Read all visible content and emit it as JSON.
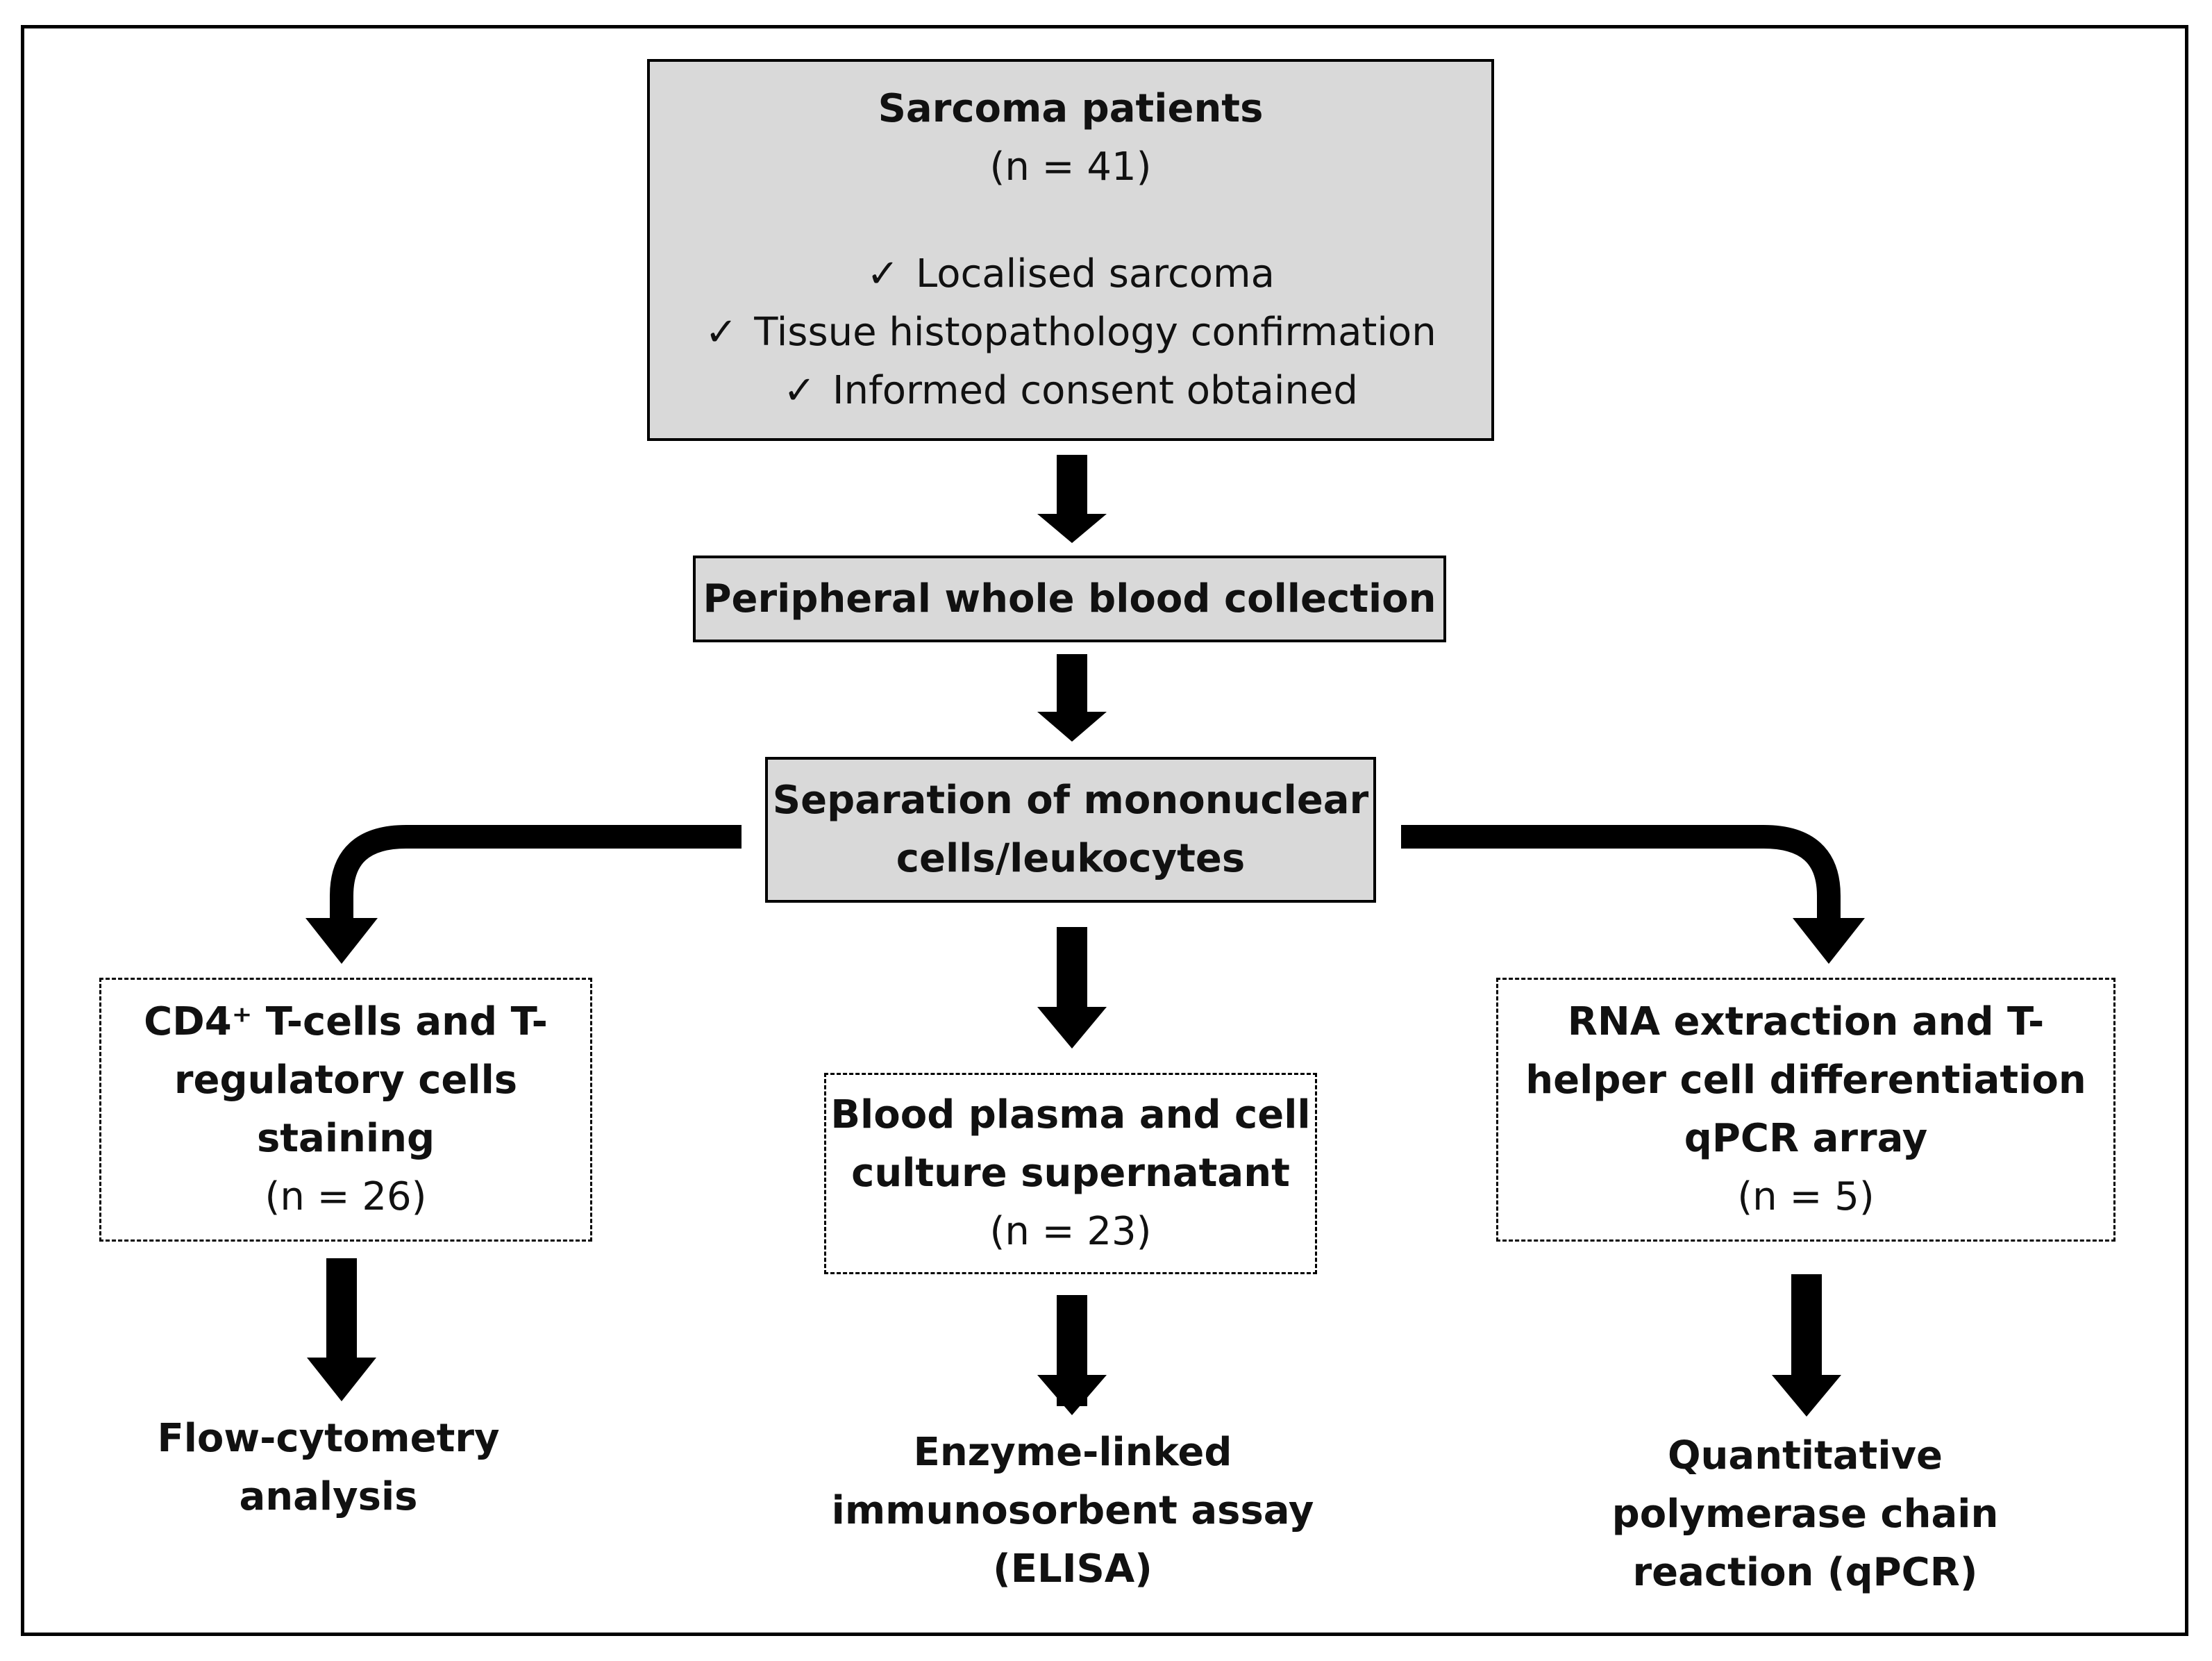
{
  "box_patients": {
    "title": "Sarcoma patients",
    "n": "(n = 41)",
    "checks": [
      {
        "icon": "✓",
        "text": "Localised sarcoma"
      },
      {
        "icon": "✓",
        "text": "Tissue histopathology confirmation"
      },
      {
        "icon": "✓",
        "text": "Informed consent obtained"
      }
    ]
  },
  "box_blood": {
    "title": "Peripheral whole blood collection"
  },
  "box_separation": {
    "title_line1": "Separation of mononuclear",
    "title_line2": "cells/leukocytes"
  },
  "box_cd4": {
    "line1": "CD4⁺ T-cells and T-",
    "line2": "regulatory cells",
    "line3": "staining",
    "n": "(n = 26)"
  },
  "box_plasma": {
    "line1": "Blood plasma and cell",
    "line2": "culture supernatant",
    "n": "(n = 23)"
  },
  "box_rna": {
    "line1": "RNA extraction and T-",
    "line2": "helper cell differentiation",
    "line3": "qPCR array",
    "n": "(n = 5)"
  },
  "out_flow": {
    "line1": "Flow-cytometry",
    "line2": "analysis"
  },
  "out_elisa": {
    "line1": "Enzyme-linked",
    "line2": "immunosorbent assay",
    "line3": "(ELISA)"
  },
  "out_qpcr": {
    "line1": "Quantitative",
    "line2": "polymerase chain",
    "line3": "reaction (qPCR)"
  }
}
